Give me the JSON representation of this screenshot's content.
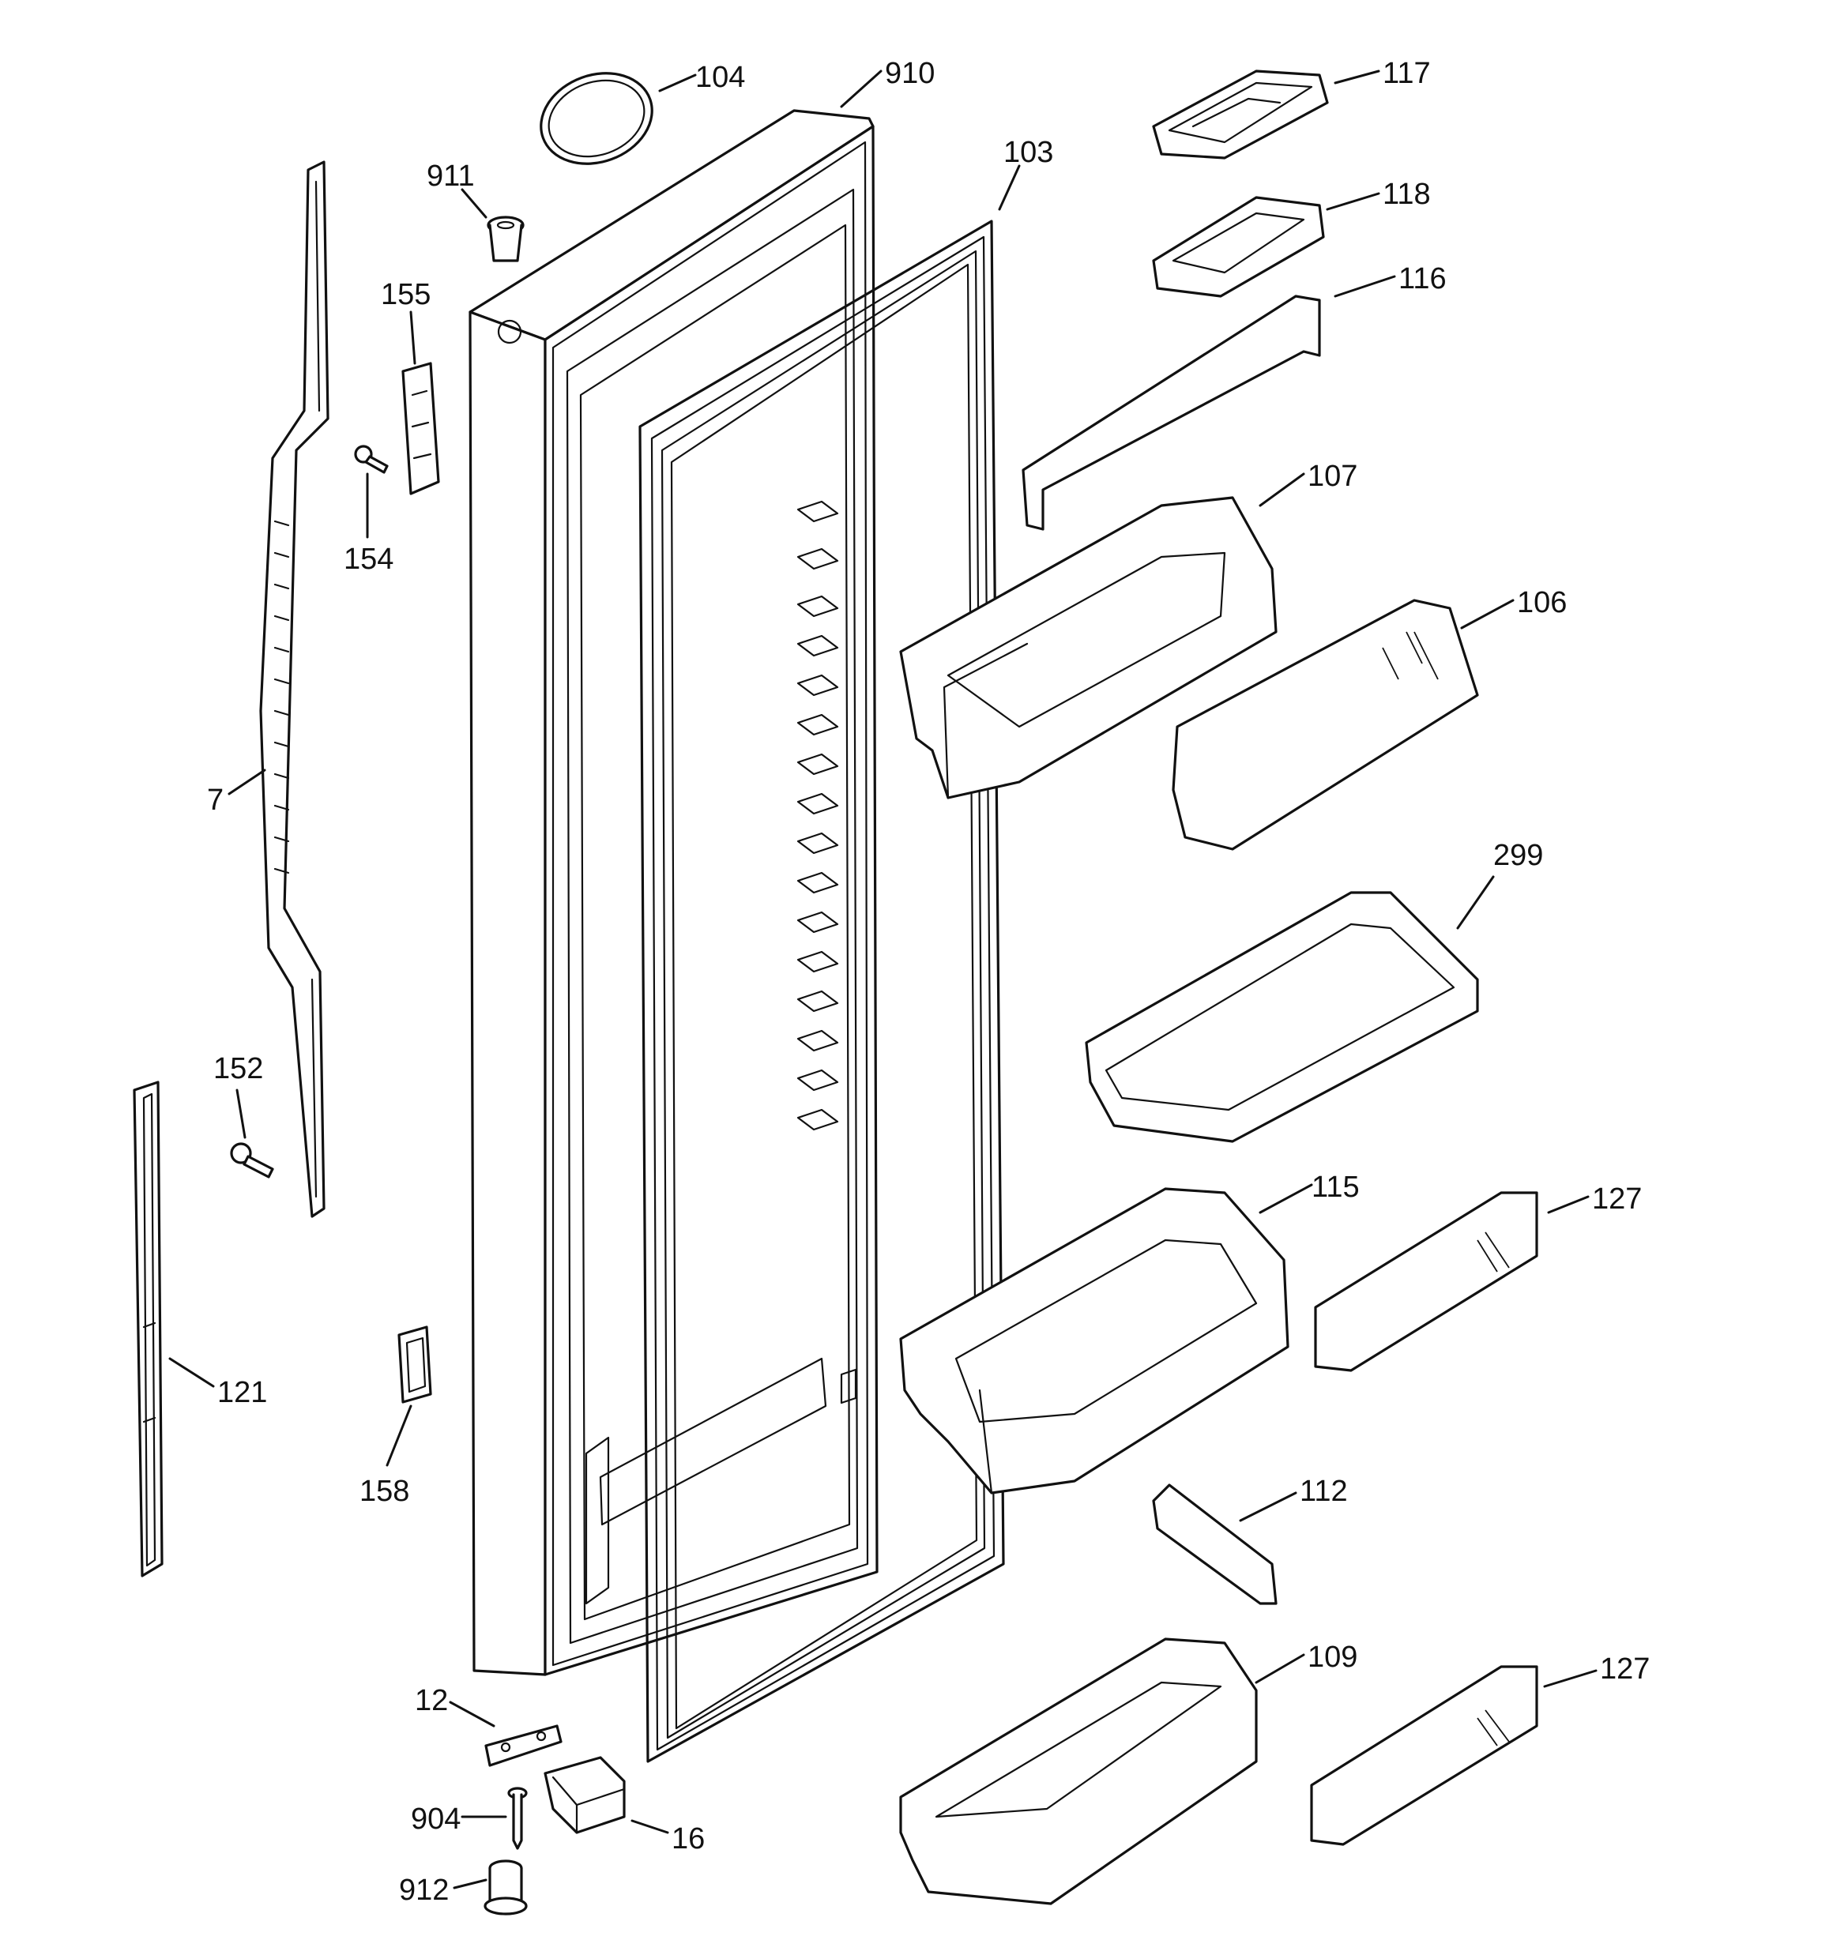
{
  "callouts": {
    "c104": "104",
    "c910": "910",
    "c117": "117",
    "c911": "911",
    "c103": "103",
    "c118": "118",
    "c155": "155",
    "c116": "116",
    "c154": "154",
    "c107": "107",
    "c106": "106",
    "c7": "7",
    "c299": "299",
    "c152": "152",
    "c115": "115",
    "c127a": "127",
    "c121": "121",
    "c158": "158",
    "c112": "112",
    "c109": "109",
    "c127b": "127",
    "c12": "12",
    "c904": "904",
    "c16": "16",
    "c912": "912"
  }
}
